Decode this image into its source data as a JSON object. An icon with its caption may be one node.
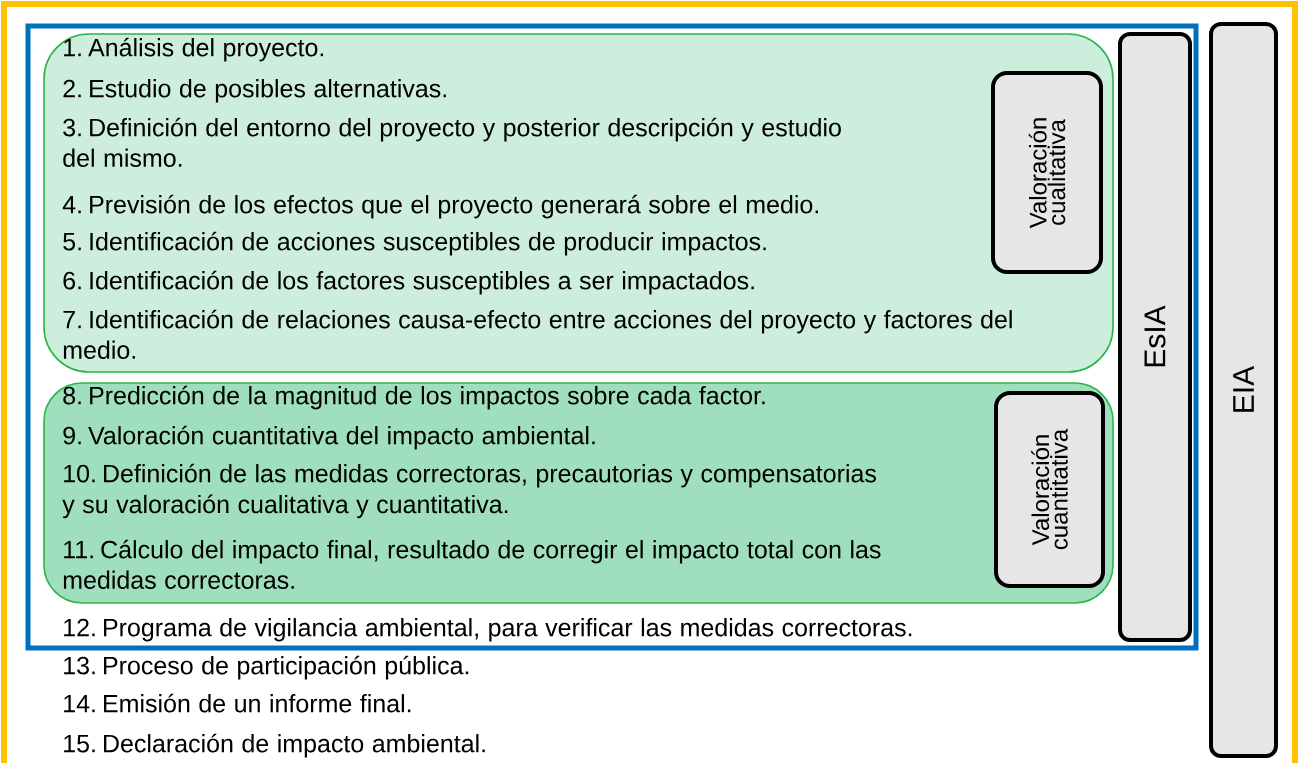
{
  "diagram": {
    "nodes": [
      {
        "text": [
          "13. Proceso de participación pública.",
          "14. Emisión de un informe final.",
          "15. Declaración de impacto ambiental."
        ]
      },
      {
        "text": [
          "12. Programa de vigilancia ambiental, para verificar las medidas correctoras."
        ],
        "in": 0
      },
      {
        "text": [
          "1. Análisis del proyecto.",
          "2. Estudio de posibles alternativas.",
          "3. Definición del entorno del proyecto y posterior descripción y estudio del mismo.",
          "4. Previsión de los efectos que el proyecto generará sobre el medio.",
          "5. Identificación de acciones susceptibles de producir impactos.",
          "6. Identificación de los factores susceptibles a ser impactados.",
          "7. Identificación de relaciones causa-efecto entre acciones del proyecto y factores del medio."
        ],
        "in": 1
      },
      {
        "text": [
          "Valoración cualitativa"
        ],
        "in": 2
      },
      {
        "text": [
          "8. Predicción de la magnitud de los impactos sobre cada factor.",
          "9. Valoración cuantitativa del impacto ambiental.",
          "10. Definición de las medidas correctoras, precautorias y compensatorias y su valoración cualitativa y cuantitativa.",
          "11. Cálculo del impacto final, resultado de corregir el impacto total con las medidas correctoras."
        ],
        "in": 1
      },
      {
        "text": [
          "Valoración cuantitativa"
        ],
        "in": 4
      },
      {
        "text": [
          "EsIA"
        ],
        "in": 1
      },
      {
        "text": [
          "EIA"
        ],
        "in": 0
      }
    ]
  }
}
